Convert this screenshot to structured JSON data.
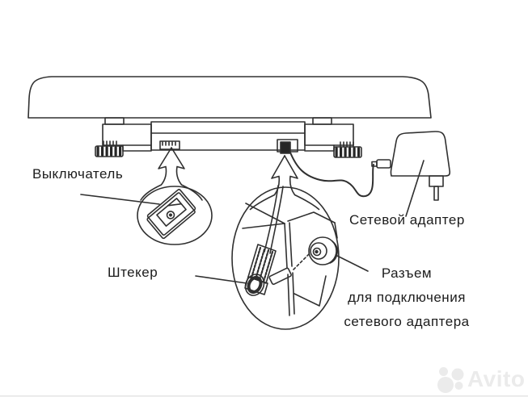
{
  "page": {
    "background": "#ffffff"
  },
  "diagram": {
    "type": "technical-illustration",
    "labels": {
      "switch": "Выключатель",
      "plug": "Штекер",
      "adapter": "Сетевой адаптер",
      "connector": [
        "Разъем",
        "для подключения",
        "сетевого адаптера"
      ]
    },
    "colors": {
      "line": "#303030",
      "text": "#1c1c1c",
      "watermark": "#ebebeb",
      "background": "#ffffff"
    }
  },
  "watermark": {
    "text": "Avito",
    "logo": "avito-circles-logo"
  }
}
